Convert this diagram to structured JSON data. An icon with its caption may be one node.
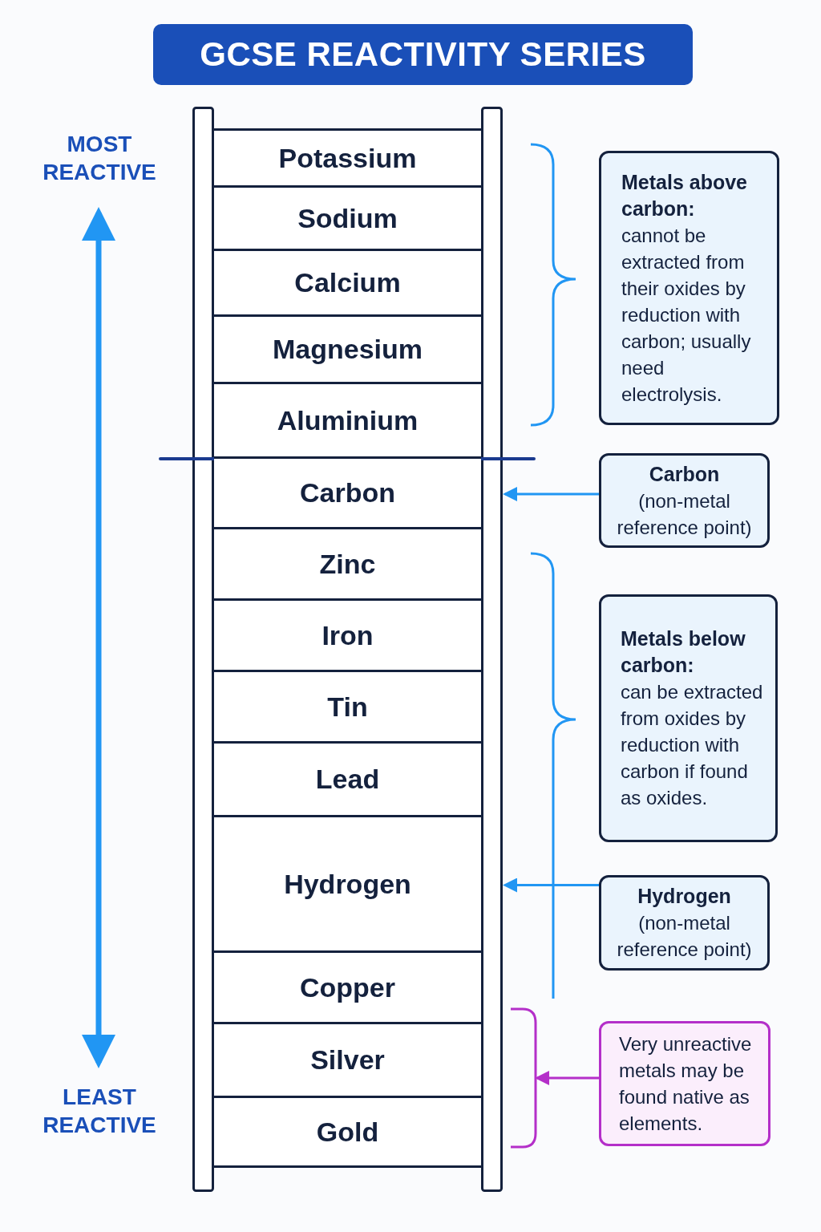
{
  "diagram": {
    "title": "GCSE REACTIVITY SERIES",
    "nodes": [
      {
        "text": [
          "Potassium"
        ]
      },
      {
        "text": [
          "Sodium"
        ]
      },
      {
        "text": [
          "Calcium"
        ]
      },
      {
        "text": [
          "Magnesium"
        ]
      },
      {
        "text": [
          "Aluminium"
        ]
      },
      {
        "text": [
          "Carbon"
        ]
      },
      {
        "text": [
          "Zinc"
        ]
      },
      {
        "text": [
          "Iron"
        ]
      },
      {
        "text": [
          "Tin"
        ]
      },
      {
        "text": [
          "Lead"
        ]
      },
      {
        "text": [
          "Hydrogen"
        ]
      },
      {
        "text": [
          "Copper"
        ]
      },
      {
        "text": [
          "Silver"
        ]
      },
      {
        "text": [
          "Gold"
        ]
      },
      {
        "text": [
          "Metals above carbon:",
          "cannot be extracted from their oxides by reduction with carbon; usually need electrolysis."
        ]
      },
      {
        "text": [
          "Carbon",
          "(non-metal reference point)"
        ]
      },
      {
        "text": [
          "Metals below carbon:",
          "can be extracted from oxides by reduction with carbon if found as oxides."
        ]
      },
      {
        "text": [
          "Hydrogen",
          "(non-metal reference point)"
        ]
      },
      {
        "text": [
          "Very unreactive metals may be found native as elements."
        ]
      },
      {
        "text": [],
        "shape": "bracket"
      }
    ],
    "edges": [
      {
        "from": 15,
        "to": 5,
        "arrow": "to"
      },
      {
        "from": 17,
        "to": 10,
        "arrow": "to"
      },
      {
        "from": 18,
        "to": 19,
        "arrow": "to",
        "color": "#b42fc9"
      }
    ],
    "labels": [
      "MOST REACTIVE",
      "LEAST REACTIVE"
    ]
  }
}
